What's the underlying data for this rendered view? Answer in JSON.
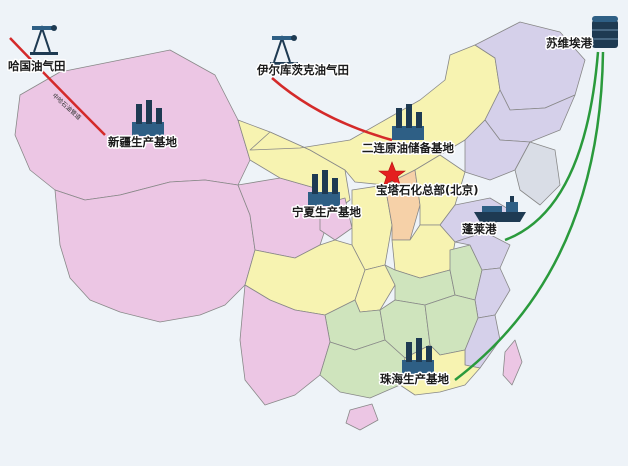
{
  "labels": {
    "hagaz": "哈国油气田",
    "irkutsk": "伊尔库茨克油气田",
    "suwei": "苏维埃港",
    "xinjiang": "新疆生产基地",
    "erlian": "二连原油储备基地",
    "ningxia": "宁夏生产基地",
    "hq": "宝塔石化总部(北京)",
    "penglai": "蓬莱港",
    "zhuhai": "珠海生产基地"
  },
  "pipeline_label": "中哈石油管道",
  "colors": {
    "pink": "#ecc6e4",
    "yellow": "#f7f3b1",
    "lavender": "#d5d0ea",
    "green": "#cfe4bd",
    "orange": "#f6d1a8",
    "red_route": "#d42a2a",
    "green_route": "#2a9a3c",
    "star": "#e41f1f"
  }
}
